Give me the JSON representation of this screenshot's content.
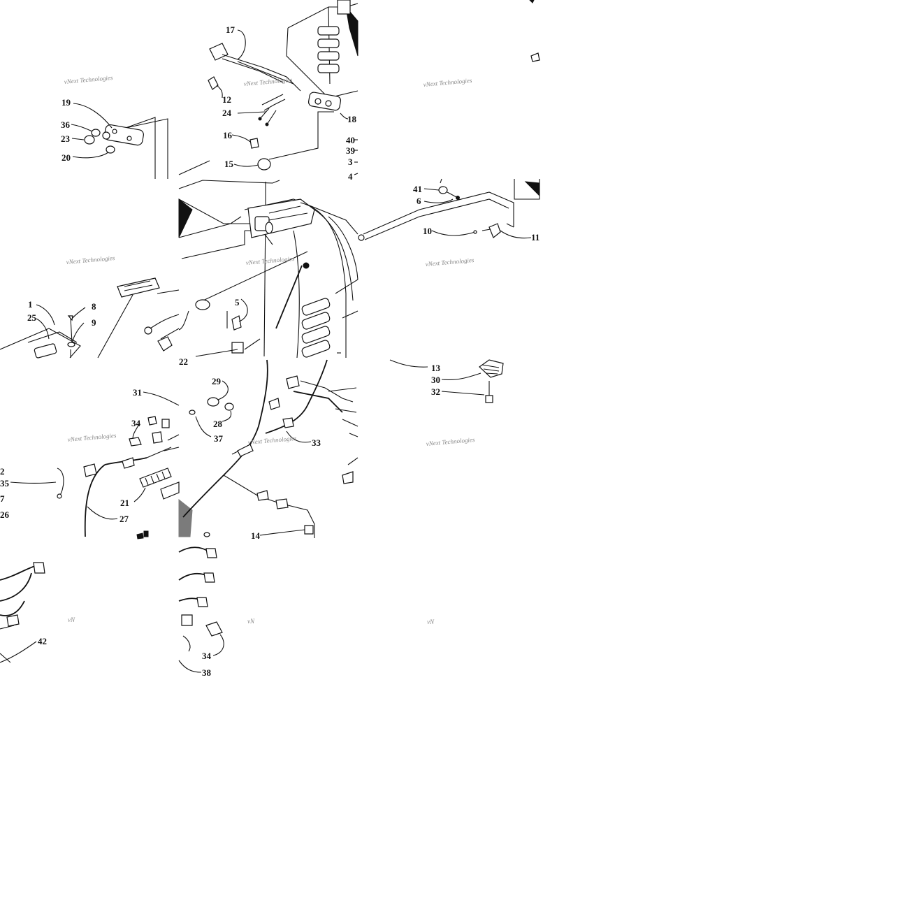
{
  "part_numbers": [
    {
      "id": "p17",
      "label": "17"
    },
    {
      "id": "p12",
      "label": "12"
    },
    {
      "id": "p24",
      "label": "24"
    },
    {
      "id": "p18",
      "label": "18"
    },
    {
      "id": "p16",
      "label": "16"
    },
    {
      "id": "p15",
      "label": "15"
    },
    {
      "id": "p40",
      "label": "40"
    },
    {
      "id": "p39",
      "label": "39"
    },
    {
      "id": "p3",
      "label": "3"
    },
    {
      "id": "p4",
      "label": "4"
    },
    {
      "id": "p19",
      "label": "19"
    },
    {
      "id": "p36",
      "label": "36"
    },
    {
      "id": "p23",
      "label": "23"
    },
    {
      "id": "p20",
      "label": "20"
    },
    {
      "id": "p41",
      "label": "41"
    },
    {
      "id": "p6",
      "label": "6"
    },
    {
      "id": "p10",
      "label": "10"
    },
    {
      "id": "p11",
      "label": "11"
    },
    {
      "id": "p1",
      "label": "1"
    },
    {
      "id": "p25",
      "label": "25"
    },
    {
      "id": "p8",
      "label": "8"
    },
    {
      "id": "p9",
      "label": "9"
    },
    {
      "id": "p5",
      "label": "5"
    },
    {
      "id": "p22",
      "label": "22"
    },
    {
      "id": "p13",
      "label": "13"
    },
    {
      "id": "p30",
      "label": "30"
    },
    {
      "id": "p32",
      "label": "32"
    },
    {
      "id": "p31",
      "label": "31"
    },
    {
      "id": "p29",
      "label": "29"
    },
    {
      "id": "p34a",
      "label": "34"
    },
    {
      "id": "p28",
      "label": "28"
    },
    {
      "id": "p37",
      "label": "37"
    },
    {
      "id": "p33",
      "label": "33"
    },
    {
      "id": "p2",
      "label": "2"
    },
    {
      "id": "p35",
      "label": "35"
    },
    {
      "id": "p7",
      "label": "7"
    },
    {
      "id": "p21",
      "label": "21"
    },
    {
      "id": "p26",
      "label": "26"
    },
    {
      "id": "p27",
      "label": "27"
    },
    {
      "id": "p14",
      "label": "14"
    },
    {
      "id": "p42",
      "label": "42"
    },
    {
      "id": "p34b",
      "label": "34"
    },
    {
      "id": "p38",
      "label": "38"
    }
  ],
  "watermark": {
    "text": "vNext Technologies",
    "truncated": "vN"
  }
}
